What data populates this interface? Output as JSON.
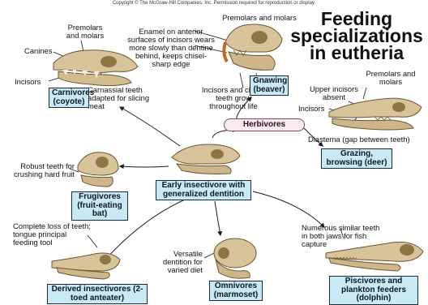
{
  "copyright": "Copyright © The McGraw-Hill Companies, Inc. Permission required for reproduction or display.",
  "title": "Feeding specializations in eutheria",
  "center": {
    "label": "Early insectivore with generalized dentition"
  },
  "herbivores": {
    "label": "Herbivores"
  },
  "carnivores": {
    "box": "Carnivores (coyote)",
    "labels": {
      "premolars": "Premolars and molars",
      "canines": "Canines",
      "incisors": "Incisors",
      "carnassial": "Carnassial teeth adapted for slicing meat"
    }
  },
  "gnawing": {
    "box": "Gnawing (beaver)",
    "labels": {
      "premolars": "Premolars and molars",
      "enamel": "Enamel on anterior surfaces of incisors wears more slowly than dentine behind, keeps chisel-sharp edge",
      "growth": "Incisors and cheek teeth grow throughout life"
    }
  },
  "grazing": {
    "box": "Grazing, browsing (deer)",
    "labels": {
      "premolars": "Premolars and molars",
      "upper": "Upper incisors absent",
      "incisors": "Incisors",
      "diastema": "Diastema (gap between teeth)"
    }
  },
  "frugivores": {
    "box": "Frugivores (fruit-eating bat)",
    "labels": {
      "robust": "Robust teeth for crushing hard fruit"
    }
  },
  "insectivores": {
    "box": "Derived insectivores (2-toed anteater)",
    "labels": {
      "loss": "Complete loss of teeth; tongue principal feeding tool"
    }
  },
  "omnivores": {
    "box": "Omnivores (marmoset)",
    "labels": {
      "versatile": "Versatile dentition for varied diet"
    }
  },
  "piscivores": {
    "box": "Piscivores and plankton feeders (dolphin)",
    "labels": {
      "numerous": "Numerous similar teeth in both jaws for fish capture"
    }
  },
  "colors": {
    "box_fill": "#c9e9f5",
    "box_border": "#1b2a3a",
    "herb_fill": "#fbeaf1",
    "bone": "#d8c49a",
    "bone_shade": "#b59e6c"
  }
}
